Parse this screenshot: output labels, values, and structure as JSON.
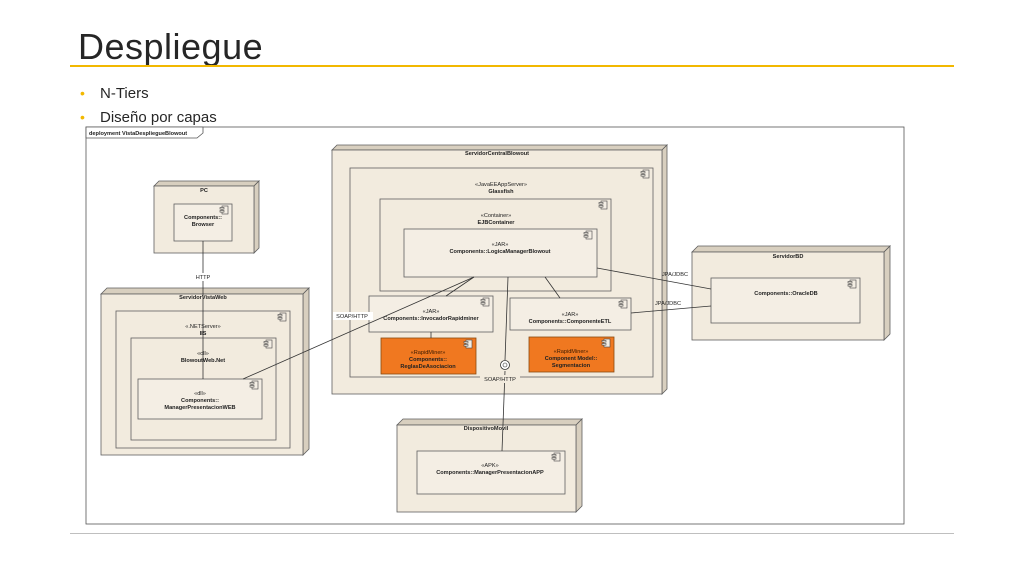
{
  "slide": {
    "title": "Despliegue",
    "bullets": [
      "N-Tiers",
      "Diseño por capas"
    ]
  },
  "diagram": {
    "frame_label": "deployment VistaDespliegueBlowout",
    "nodes": {
      "pc": "PC",
      "servidor_vista_web": "ServidorVistaWeb",
      "servidor_central": "ServidorCentralBlowout",
      "servidor_bd": "ServidorBD",
      "dispositivo_movil": "DispositivoMovil"
    },
    "containers": {
      "net_server": {
        "stereotype": "«.NETServer»",
        "name": "IIS"
      },
      "dll_blowout": {
        "stereotype": "«dll»",
        "name": "BlowoutWeb.Net"
      },
      "glassfish": {
        "stereotype": "«JavaEEAppServer»",
        "name": "Glassfish"
      },
      "ejb": {
        "stereotype": "«Container»",
        "name": "EJBContainer"
      }
    },
    "components": {
      "browser": {
        "line1": "Components::",
        "line2": "Browser"
      },
      "manager_web": {
        "stereotype": "«dll»",
        "line1": "Components::",
        "line2": "ManagerPresentacionWEB"
      },
      "logica": {
        "stereotype": "«JAR»",
        "name": "Components::LogicaManagerBlowout"
      },
      "invocador": {
        "stereotype": "«JAR»",
        "name": "Components::InvocadorRapidminer"
      },
      "etl": {
        "stereotype": "«JAR»",
        "name": "Components::ComponenteETL"
      },
      "reglas": {
        "stereotype": "«RapidMiner»",
        "line1": "Components::",
        "line2": "ReglasDeAsociacion"
      },
      "segmentacion": {
        "stereotype": "«RapidMiner»",
        "line1": "Component Model::",
        "line2": "Segmentacion"
      },
      "oracle": {
        "name": "Components::OracleDB"
      },
      "manager_app": {
        "stereotype": "«APK»",
        "name": "Components::ManagerPresentacionAPP"
      }
    },
    "connectors": {
      "http": "HTTP",
      "soap_http_left": "SOAP/HTTP",
      "soap_http_bottom": "SOAP/HTTP",
      "jpa_jdbc_1": "JPA/JDBC",
      "jpa_jdbc_2": "JPA/JDBC"
    }
  }
}
